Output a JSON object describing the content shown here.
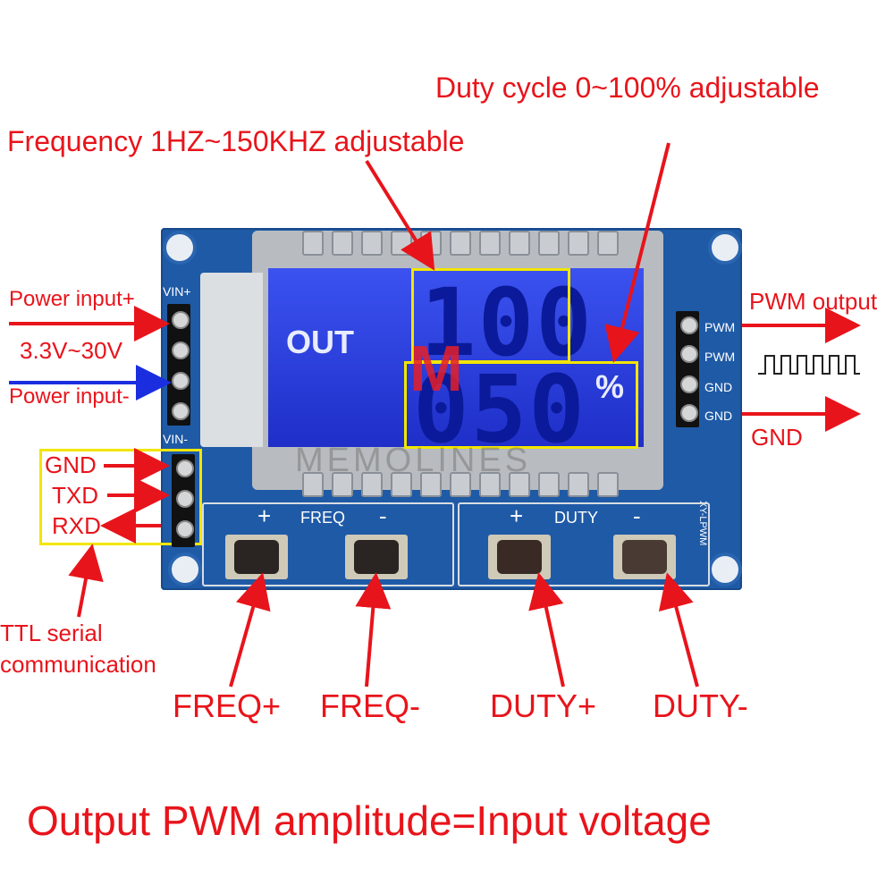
{
  "labels": {
    "duty_cycle": "Duty cycle 0~100% adjustable",
    "frequency": "Frequency 1HZ~150KHZ adjustable",
    "power_input_plus": "Power input+",
    "voltage_range": "3.3V~30V",
    "power_input_minus": "Power input-",
    "gnd_left": "GND",
    "txd": "TXD",
    "rxd": "RXD",
    "ttl_line1": "TTL serial",
    "ttl_line2": "communication",
    "pwm_output": "PWM output",
    "gnd_right": "GND",
    "freq_plus": "FREQ+",
    "freq_minus": "FREQ-",
    "duty_plus": "DUTY+",
    "duty_minus": "DUTY-",
    "footer": "Output PWM amplitude=Input voltage"
  },
  "board": {
    "vin_plus": "VIN+",
    "vin_minus": "VIN-",
    "right_pins": [
      "PWM",
      "PWM",
      "GND",
      "GND"
    ],
    "freq_silk": "FREQ",
    "duty_silk": "DUTY",
    "plus": "+",
    "minus": "-",
    "model": "XY-LPWM"
  },
  "lcd": {
    "out": "OUT",
    "top_value": "100",
    "bottom_value": "050",
    "percent": "%"
  },
  "watermark": "MEMOLINES",
  "colors": {
    "label_red": "#e8141b",
    "pcb_blue": "#1f5aa6",
    "lcd_blue": "#2a3ce0",
    "highlight_yellow": "#f2e600",
    "arrow_blue": "#1a2ee0"
  }
}
